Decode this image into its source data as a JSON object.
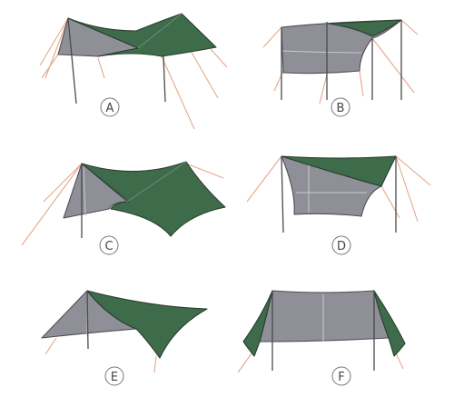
{
  "colors": {
    "tarp_green": "#3e6b4a",
    "tarp_grey": "#8f8f98",
    "guy_line": "#e3a98b",
    "pole": "#4a4a4a"
  },
  "labels": {
    "A": "A",
    "B": "B",
    "C": "C",
    "D": "D",
    "E": "E",
    "F": "F"
  }
}
